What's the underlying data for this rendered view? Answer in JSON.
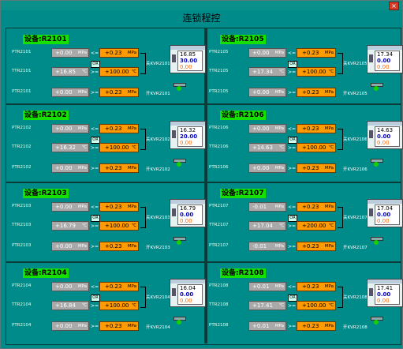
{
  "window": {
    "title": "连锁程控",
    "close": "×"
  },
  "units": {
    "pressure": "MPa",
    "temp": "℃"
  },
  "cmp": {
    "le": "<=",
    "ge": ">=",
    "or": "OR"
  },
  "panels": [
    {
      "name": "设备:R2101",
      "labels": {
        "p1": "PTR2101",
        "t": "TTR2101",
        "p2": "PTR2101"
      },
      "meas": {
        "p1": "+0.00",
        "t": "+16.85",
        "p2": "+0.00"
      },
      "ctrl": {
        "p1": "+0.23",
        "t": "+100.00",
        "p2": "+0.23"
      },
      "valves": {
        "v1": "关KVR2101",
        "v2": "开KVR2101"
      },
      "cstat": {
        "l1": "16.85",
        "l2": "30.00",
        "l3": "0.00"
      }
    },
    {
      "name": "设备:R2105",
      "labels": {
        "p1": "PTR2105",
        "t": "TTR2105",
        "p2": "PTR2105"
      },
      "meas": {
        "p1": "+0.00",
        "t": "+17.34",
        "p2": "+0.00"
      },
      "ctrl": {
        "p1": "+0.23",
        "t": "+100.00",
        "p2": "+0.23"
      },
      "valves": {
        "v1": "关KVR2105",
        "v2": "开KVR2105"
      },
      "cstat": {
        "l1": "17.34",
        "l2": "0.00",
        "l3": "0.00"
      }
    },
    {
      "name": "设备:R2102",
      "labels": {
        "p1": "PTR2102",
        "t": "TTR2102",
        "p2": "PTR2102"
      },
      "meas": {
        "p1": "+0.00",
        "t": "+16.32",
        "p2": "+0.00"
      },
      "ctrl": {
        "p1": "+0.23",
        "t": "+100.00",
        "p2": "+0.23"
      },
      "valves": {
        "v1": "关KVR2102",
        "v2": "开KVR2102"
      },
      "cstat": {
        "l1": "16.32",
        "l2": "20.00",
        "l3": "0.00"
      }
    },
    {
      "name": "设备:R2106",
      "labels": {
        "p1": "PTR2106",
        "t": "TTR2106",
        "p2": "PTR2106"
      },
      "meas": {
        "p1": "+0.00",
        "t": "+14.63",
        "p2": "+0.00"
      },
      "ctrl": {
        "p1": "+0.23",
        "t": "+100.00",
        "p2": "+0.23"
      },
      "valves": {
        "v1": "关KVR2106",
        "v2": "开KVR2106"
      },
      "cstat": {
        "l1": "14.63",
        "l2": "0.00",
        "l3": "0.00"
      }
    },
    {
      "name": "设备:R2103",
      "labels": {
        "p1": "PTR2103",
        "t": "TTR2103",
        "p2": "PTR2103"
      },
      "meas": {
        "p1": "+0.00",
        "t": "+16.79",
        "p2": "+0.00"
      },
      "ctrl": {
        "p1": "+0.23",
        "t": "+100.00",
        "p2": "+0.23"
      },
      "valves": {
        "v1": "关KVR2103",
        "v2": "开KVR2103"
      },
      "cstat": {
        "l1": "16.79",
        "l2": "0.00",
        "l3": "0.00"
      }
    },
    {
      "name": "设备:R2107",
      "labels": {
        "p1": "PTR2107",
        "t": "TTR2107",
        "p2": "PTR2107"
      },
      "meas": {
        "p1": "-0.01",
        "t": "+17.04",
        "p2": "-0.01"
      },
      "ctrl": {
        "p1": "+0.23",
        "t": "+200.00",
        "p2": "+0.23"
      },
      "valves": {
        "v1": "关KVR2107",
        "v2": "开KVR2107"
      },
      "cstat": {
        "l1": "17.04",
        "l2": "0.00",
        "l3": "0.00"
      }
    },
    {
      "name": "设备:R2104",
      "labels": {
        "p1": "PTR2104",
        "t": "TTR2104",
        "p2": "PTR2104"
      },
      "meas": {
        "p1": "+0.00",
        "t": "+16.84",
        "p2": "+0.00"
      },
      "ctrl": {
        "p1": "+0.23",
        "t": "+100.00",
        "p2": "+0.23"
      },
      "valves": {
        "v1": "关KVR2104",
        "v2": "开KVR2104"
      },
      "cstat": {
        "l1": "16.04",
        "l2": "0.00",
        "l3": "0.00"
      }
    },
    {
      "name": "设备:R2108",
      "labels": {
        "p1": "PTR2108",
        "t": "TTR2108",
        "p2": "PTR2108"
      },
      "meas": {
        "p1": "+0.01",
        "t": "+17.41",
        "p2": "+0.01"
      },
      "ctrl": {
        "p1": "+0.23",
        "t": "+100.00",
        "p2": "+0.23"
      },
      "valves": {
        "v1": "关KVR2108",
        "v2": "开KVR2108"
      },
      "cstat": {
        "l1": "17.41",
        "l2": "0.00",
        "l3": "0.00"
      }
    }
  ],
  "colors": {
    "background": "#008b8b",
    "title_badge": "#16e000",
    "setpoint": "#ff9a00",
    "measured": "#a9a9a9",
    "indicator": "#16d000"
  },
  "icons": {
    "controller": "controller-display-icon",
    "valve_status": "valve-status-indicator-icon"
  }
}
